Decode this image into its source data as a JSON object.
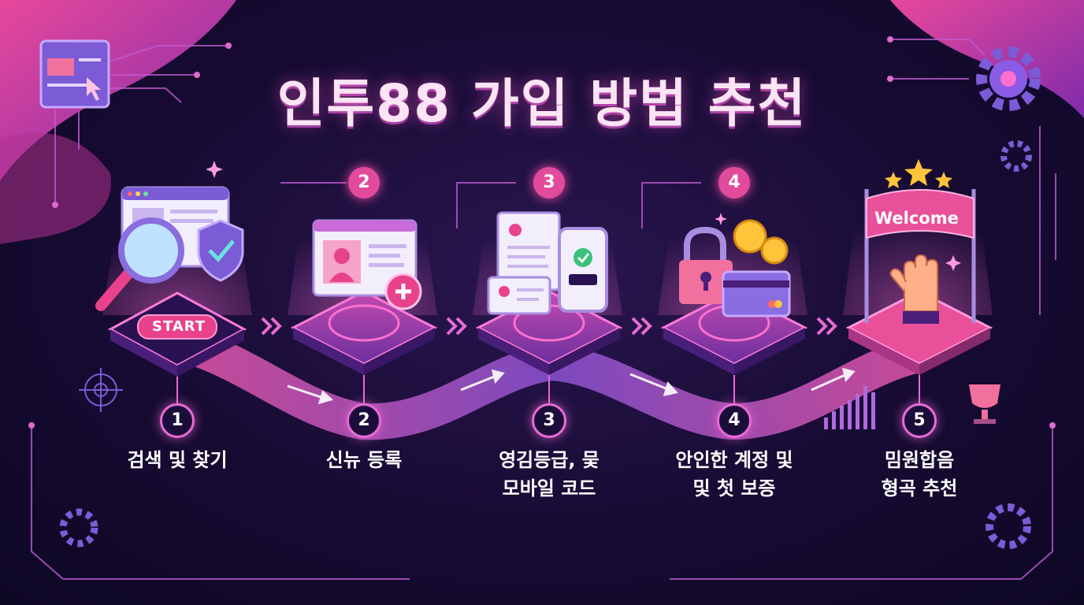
{
  "title": "인투88 가입 방법 추천",
  "start_label": "START",
  "welcome_label": "Welcome",
  "steps": [
    {
      "number": "1",
      "lines": [
        "검색 및 찾기"
      ]
    },
    {
      "number": "2",
      "lines": [
        "신뉴 등록"
      ]
    },
    {
      "number": "3",
      "lines": [
        "영김등급, 뭊",
        "모바일 코드"
      ]
    },
    {
      "number": "4",
      "lines": [
        "안인한 계정 및",
        "및 첫 보증"
      ]
    },
    {
      "number": "5",
      "lines": [
        "밈원합음",
        "형곡 추천"
      ]
    }
  ],
  "colors": {
    "accent_pink": "#e86bd4",
    "accent_purple": "#7b5bd6",
    "background": "#170b33"
  }
}
